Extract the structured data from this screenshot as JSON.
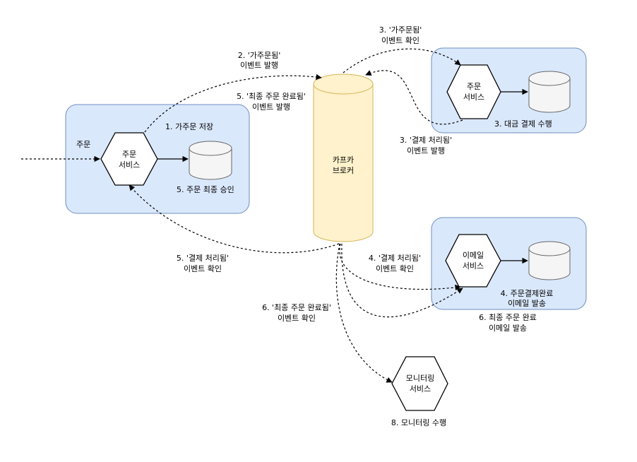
{
  "nodes": {
    "order_service_left": {
      "line1": "주문",
      "line2": "서비스"
    },
    "order_service_right": {
      "line1": "주문",
      "line2": "서비스"
    },
    "email_service": {
      "line1": "이메일",
      "line2": "서비스"
    },
    "monitoring_service": {
      "line1": "모니터링",
      "line2": "서비스"
    },
    "broker": {
      "line1": "카프카",
      "line2": "브로커"
    }
  },
  "labels": {
    "order_input": "주문",
    "step1_save": "1. 가주문 저장",
    "step5_approve": "5. 주문 최종 승인",
    "step2_line1": "2. '가주문됨'",
    "step2_line2": "이벤트 발행",
    "step5_publish_line1": "5. '최종 주문 완료됨'",
    "step5_publish_line2": "이벤트 발행",
    "step3_confirm_line1": "3. '가주문됨'",
    "step3_confirm_line2": "이벤트 확인",
    "step3_payment": "3. 대금 결제 수행",
    "step3_publish_line1": "3. '결제 처리됨'",
    "step3_publish_line2": "이벤트 발행",
    "step5_confirm_line1": "5. '결제 처리됨'",
    "step5_confirm_line2": "이벤트 확인",
    "step4_confirm_line1": "4. '결제 처리됨'",
    "step4_confirm_line2": "이벤트 확인",
    "step4_email_line1": "4. 주문결제완료",
    "step4_email_line2": "이메일 발송",
    "step6_confirm_line1": "6. '최종 주문 완료됨'",
    "step6_confirm_line2": "이벤트 확인",
    "step6_email_line1": "6. 최종 주문 완료",
    "step6_email_line2": "이메일 발송",
    "step8_monitor": "8. 모니터링 수행"
  }
}
